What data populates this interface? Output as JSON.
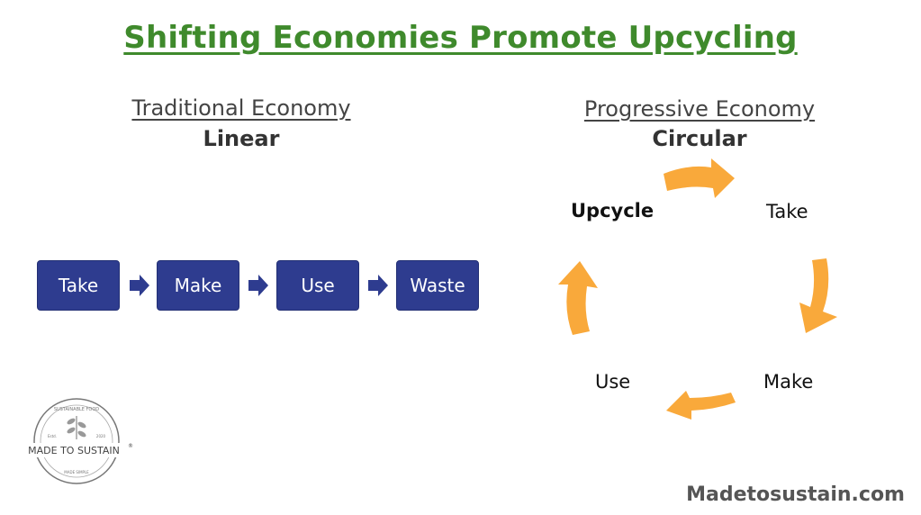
{
  "title": "Shifting Economies Promote Upcycling",
  "traditional": {
    "heading": "Traditional Economy",
    "subheading": "Linear",
    "steps": [
      "Take",
      "Make",
      "Use",
      "Waste"
    ]
  },
  "progressive": {
    "heading": "Progressive Economy",
    "subheading": "Circular",
    "labels": {
      "upcycle": "Upcycle",
      "take": "Take",
      "make": "Make",
      "use": "Use"
    }
  },
  "logo": {
    "name": "MADE TO SUSTAIN",
    "registered": "®",
    "arc_top": "SUSTAINABLE FOOD",
    "est": "Estd.",
    "year": "2020",
    "tagline": "MADE SIMPLE"
  },
  "footer": "Madetosustain.com",
  "colors": {
    "title": "#3f8a2c",
    "box": "#2e3c8f",
    "cycle_arrow": "#f9a93b"
  }
}
